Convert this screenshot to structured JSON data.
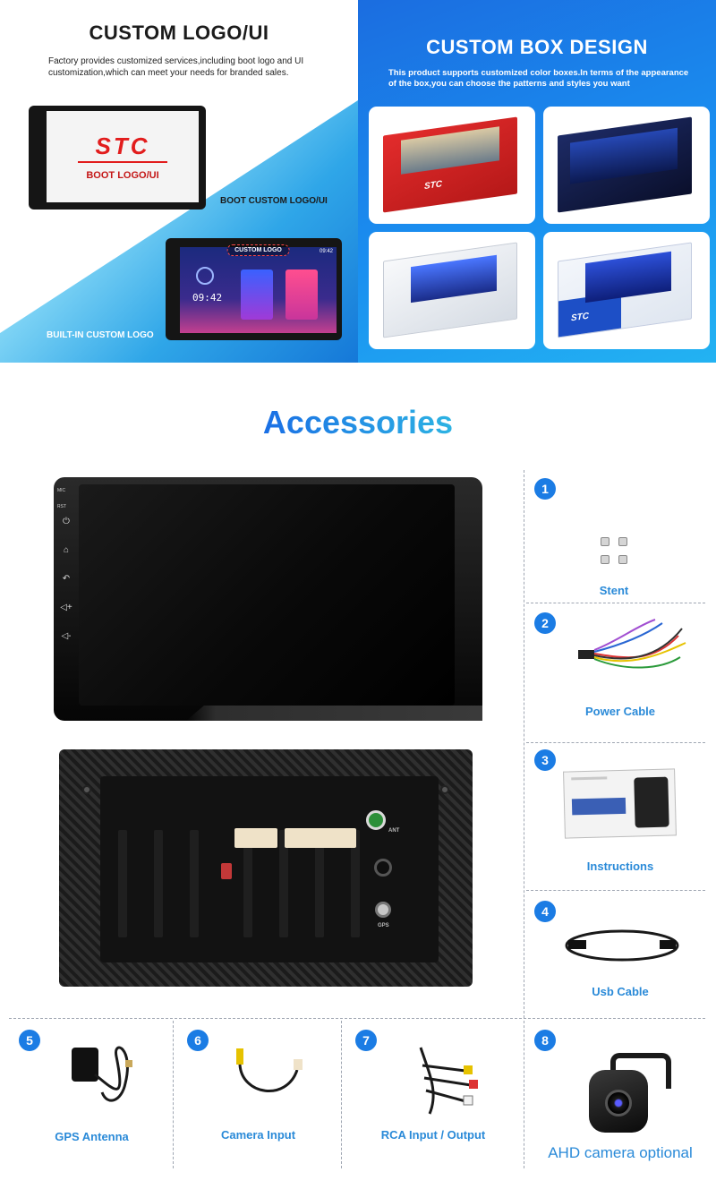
{
  "left_panel": {
    "title": "CUSTOM LOGO/UI",
    "description": "Factory provides customized services,including boot logo and UI customization,which can meet your needs for branded sales.",
    "boot_logo_brand": "STC",
    "boot_logo_text": "BOOT LOGO/UI",
    "boot_label": "BOOT CUSTOM LOGO/UI",
    "custom_logo_pill": "CUSTOM LOGO",
    "screen_time": "09:42",
    "screen_clock": "09:42",
    "builtin_label": "BUILT-IN CUSTOM LOGO"
  },
  "right_panel": {
    "title": "CUSTOM BOX DESIGN",
    "description": "This product supports customized color boxes.In terms of the appearance of the box,you can choose the patterns and styles you want",
    "box_brand": "STC"
  },
  "accessories": {
    "title": "Accessories",
    "front_buttons": {
      "mic": "MIC",
      "rst": "RST",
      "power": "⏻",
      "home": "⌂",
      "back": "↶",
      "vol_up": "◁+",
      "vol_down": "◁-"
    },
    "back_labels": {
      "ant": "ANT",
      "gps": "GPS"
    },
    "items": [
      {
        "number": "1",
        "label": "Stent"
      },
      {
        "number": "2",
        "label": "Power Cable"
      },
      {
        "number": "3",
        "label": "Instructions"
      },
      {
        "number": "4",
        "label": "Usb Cable"
      },
      {
        "number": "5",
        "label": "GPS Antenna"
      },
      {
        "number": "6",
        "label": "Camera Input"
      },
      {
        "number": "7",
        "label": "RCA Input / Output"
      },
      {
        "number": "8",
        "label": "AHD camera optional"
      }
    ]
  },
  "colors": {
    "accent_blue": "#1b7ce4",
    "label_blue": "#2a8ad8",
    "brand_red": "#e21d1d"
  }
}
